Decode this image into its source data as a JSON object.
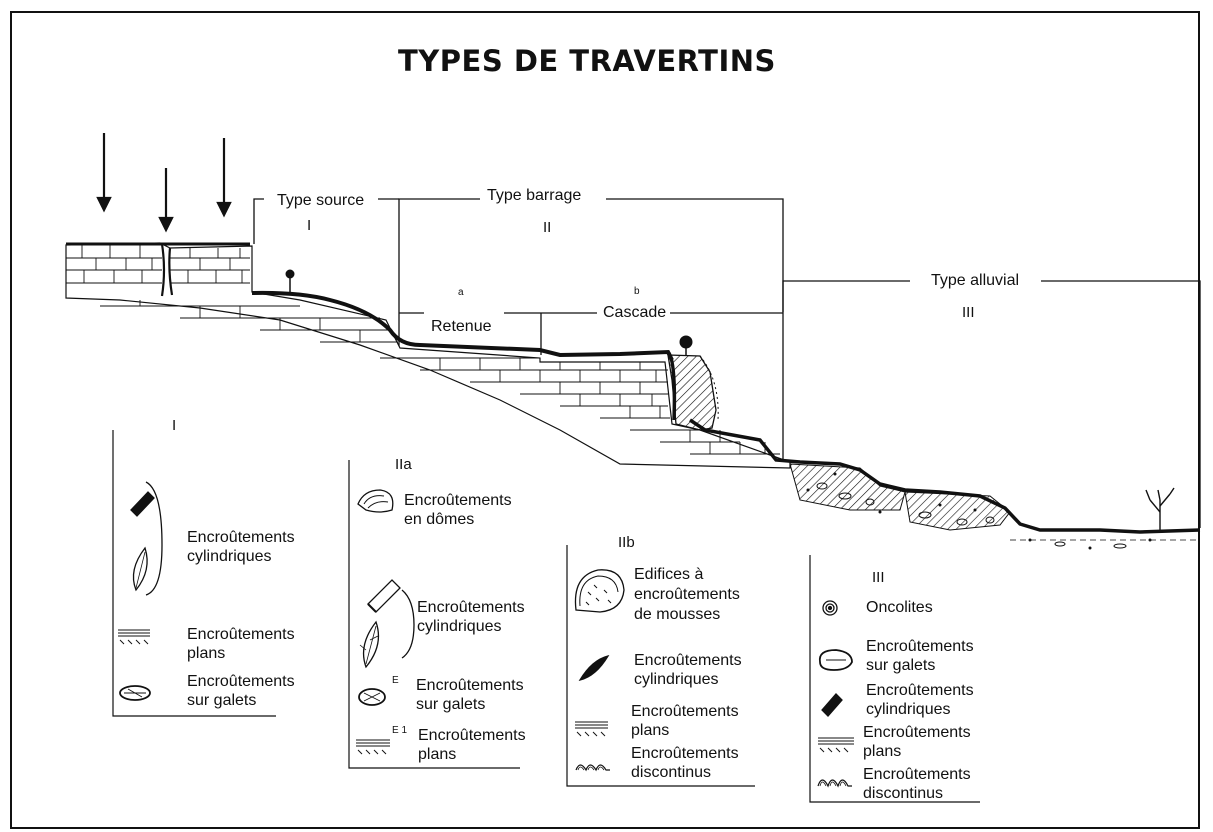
{
  "title": "TYPES DE TRAVERTINS",
  "types": {
    "source": {
      "label": "Type source",
      "numeral": "I"
    },
    "barrage": {
      "label": "Type barrage",
      "numeral": "II",
      "a": {
        "letter": "a",
        "label": "Retenue"
      },
      "b": {
        "letter": "b",
        "label": "Cascade"
      }
    },
    "alluvial": {
      "label": "Type alluvial",
      "numeral": "III"
    }
  },
  "legend_I": {
    "heading": "I",
    "items": [
      {
        "label": "Encroûtements\ncylindriques"
      },
      {
        "label": "Encroûtements\nplans"
      },
      {
        "label": "Encroûtements\nsur galets"
      }
    ]
  },
  "legend_IIa": {
    "heading": "IIa",
    "items": [
      {
        "label": "Encroûtements\nen dômes"
      },
      {
        "label": "Encroûtements\ncylindriques"
      },
      {
        "label": "Encroûtements\nsur galets",
        "mark": "E"
      },
      {
        "label": "Encroûtements\nplans",
        "mark": "E 1"
      }
    ]
  },
  "legend_IIb": {
    "heading": "IIb",
    "items": [
      {
        "label": "Edifices à\nencroûtements\nde mousses"
      },
      {
        "label": "Encroûtements\ncylindriques"
      },
      {
        "label": "Encroûtements\nplans"
      },
      {
        "label": "Encroûtements\ndiscontinus"
      }
    ]
  },
  "legend_III": {
    "heading": "III",
    "items": [
      {
        "label": "Oncolites"
      },
      {
        "label": "Encroûtements\nsur galets"
      },
      {
        "label": "Encroûtements\ncylindriques"
      },
      {
        "label": "Encroûtements\nplans"
      },
      {
        "label": "Encroûtements\ndiscontinus"
      }
    ]
  }
}
